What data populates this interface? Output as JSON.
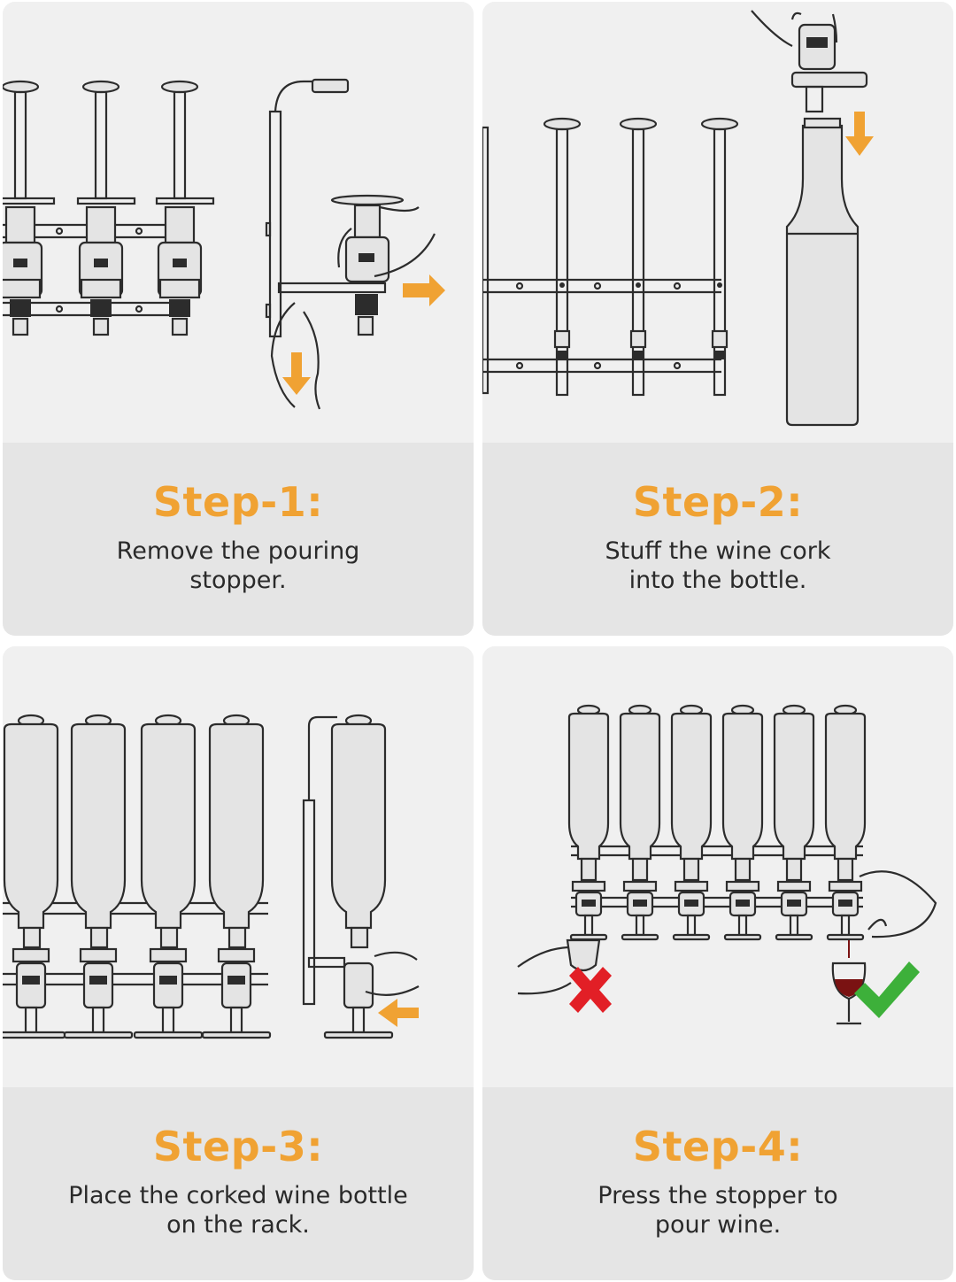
{
  "colors": {
    "accent": "#f0a233",
    "caption_bg": "#e5e5e5",
    "illustration_bg": "#f0f0f0",
    "text": "#2a2a2a",
    "cross": "#e21f26",
    "check": "#3db03a"
  },
  "steps": [
    {
      "title": "Step-1:",
      "line1": "Remove the pouring",
      "line2": "stopper."
    },
    {
      "title": "Step-2:",
      "line1": "Stuff the wine cork",
      "line2": "into the bottle."
    },
    {
      "title": "Step-3:",
      "line1": "Place the corked wine bottle",
      "line2": "on the rack."
    },
    {
      "title": "Step-4:",
      "line1": "Press the stopper to",
      "line2": "pour wine."
    }
  ],
  "icons": {
    "arrow": "orange-arrow-icon",
    "cross": "red-cross-icon",
    "check": "green-check-icon"
  }
}
